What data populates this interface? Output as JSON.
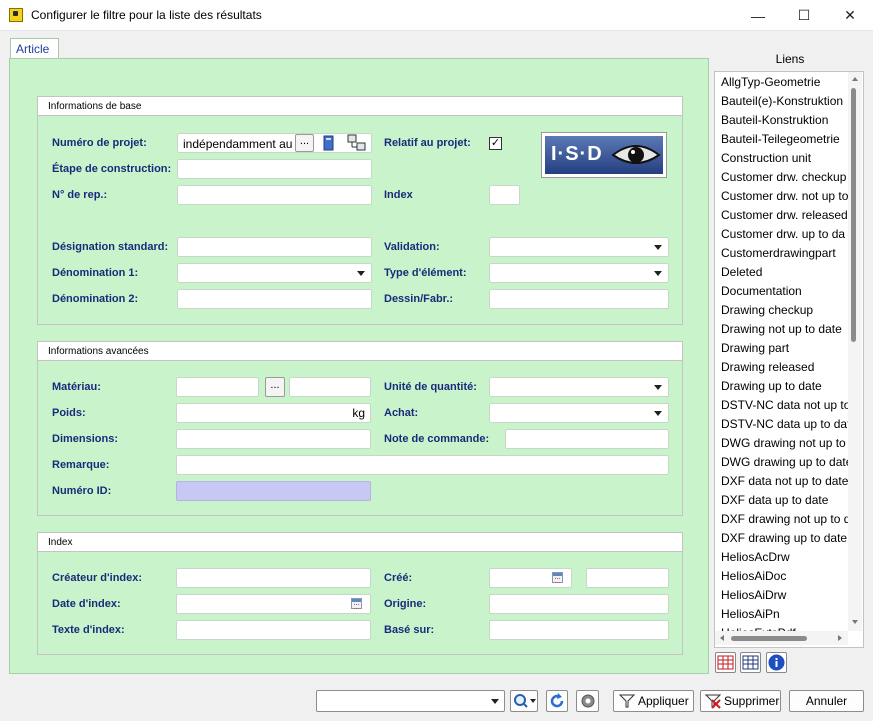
{
  "window": {
    "title": "Configurer le filtre pour la liste des résultats",
    "minimize": "—",
    "maximize": "☐",
    "close": "✕"
  },
  "tabs": [
    {
      "label": "Article"
    }
  ],
  "basic": {
    "header": "Informations de base",
    "project_number_label": "Numéro de projet:",
    "project_number_value": "indépendamment au",
    "browse_label": "...",
    "construction_stage_label": "Étape de construction:",
    "rep_number_label": "N° de rep.:",
    "standard_designation_label": "Désignation standard:",
    "denomination1_label": "Dénomination 1:",
    "denomination2_label": "Dénomination 2:",
    "project_relative_label": "Relatif au projet:",
    "project_relative_checked": "✓",
    "index_label": "Index",
    "validation_label": "Validation:",
    "element_type_label": "Type d'élément:",
    "drawing_label": "Dessin/Fabr.:",
    "logo_text": "I·S·D"
  },
  "advanced": {
    "header": "Informations avancées",
    "material_label": "Matériau:",
    "browse_label": "...",
    "weight_label": "Poids:",
    "weight_unit": "kg",
    "dimensions_label": "Dimensions:",
    "remark_label": "Remarque:",
    "id_label": "Numéro ID:",
    "quantity_unit_label": "Unité de quantité:",
    "purchase_label": "Achat:",
    "order_note_label": "Note de commande:"
  },
  "index": {
    "header": "Index",
    "creator_label": "Créateur d'index:",
    "date_label": "Date d'index:",
    "text_label": "Texte d'index:",
    "created_label": "Créé:",
    "origin_label": "Origine:",
    "based_on_label": "Basé sur:"
  },
  "liens": {
    "label": "Liens",
    "items": [
      "AllgTyp-Geometrie",
      "Bauteil(e)-Konstruktion",
      "Bauteil-Konstruktion",
      "Bauteil-Teilegeometrie",
      "Construction unit",
      "Customer drw. checkup",
      "Customer drw. not up to",
      "Customer drw. released",
      "Customer drw. up to da",
      "Customerdrawingpart",
      "Deleted",
      "Documentation",
      "Drawing checkup",
      "Drawing not up to date",
      "Drawing part",
      "Drawing released",
      "Drawing up to date",
      "DSTV-NC data not up to",
      "DSTV-NC data up to dat",
      "DWG drawing not up to",
      "DWG drawing up to date",
      "DXF data not up to date",
      "DXF data up to date",
      "DXF drawing not up to d",
      "DXF drawing up to date",
      "HeliosAcDrw",
      "HeliosAiDoc",
      "HeliosAiDrw",
      "HeliosAiPn",
      "HeliosExtsPdf"
    ]
  },
  "buttons": {
    "apply": "Appliquer",
    "delete": "Supprimer",
    "cancel": "Annuler"
  },
  "colors": {
    "panel_bg": "#c9f4cb",
    "label_text": "#1a2a7a",
    "id_field_bg": "#c8c8f5",
    "tab_text": "#1e3f9c"
  }
}
